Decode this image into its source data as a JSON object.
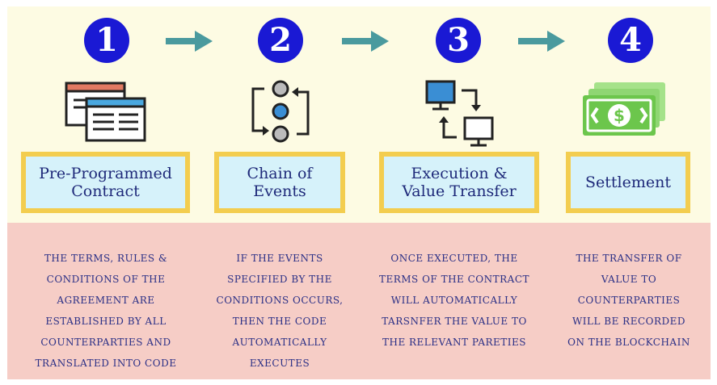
{
  "steps": [
    {
      "number": "1",
      "title_lines": [
        "Pre-Programmed",
        "Contract"
      ],
      "desc_lines": [
        "The terms, rules &",
        "Conditions of the",
        "agreement are",
        "established by all",
        "counterparties and",
        "translated into code"
      ]
    },
    {
      "number": "2",
      "title_lines": [
        "Chain of",
        "Events"
      ],
      "desc_lines": [
        "If the events",
        "specified by the",
        "conditions occurs,",
        "then the code",
        "automatically",
        "executes"
      ]
    },
    {
      "number": "3",
      "title_lines": [
        "Execution &",
        "Value Transfer"
      ],
      "desc_lines": [
        "Once executed, the",
        "terms of the contract",
        "will automatically",
        "tarsnfer the value to",
        "the relevant pareties"
      ]
    },
    {
      "number": "4",
      "title_lines": [
        "Settlement"
      ],
      "desc_lines": [
        "The transfer of",
        "value to",
        "counterparties",
        "will be recorded",
        "on the blockchain"
      ]
    }
  ],
  "icons": [
    "contract-windows-icon",
    "chain-of-events-icon",
    "computer-transfer-icon",
    "money-stack-icon"
  ],
  "colors": {
    "top_bg": "#fdfbe3",
    "bottom_bg": "#f6cdc6",
    "circle": "#1a19d4",
    "arrow": "#4a9a9e",
    "box_border": "#f3cd4f",
    "box_fill": "#d6f2fa",
    "text": "#2a2f86"
  }
}
